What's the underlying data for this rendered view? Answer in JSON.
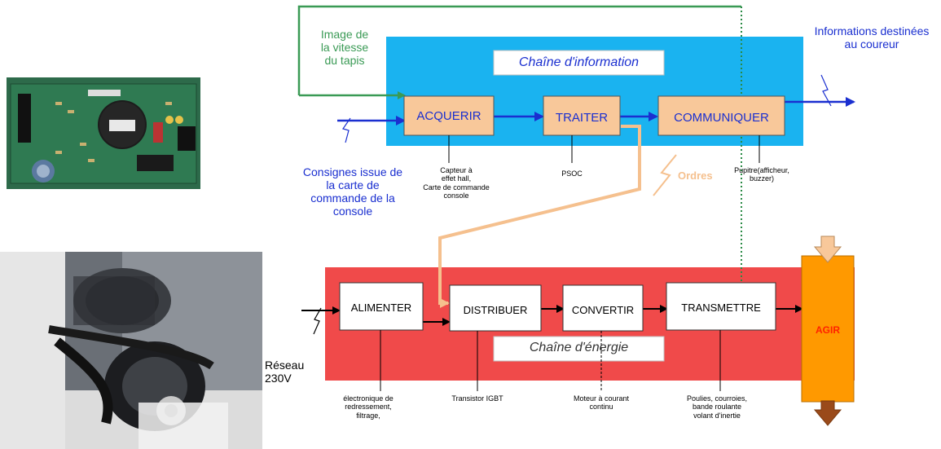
{
  "chains": {
    "information": {
      "title": "Chaîne d'information",
      "color": "#1ab3f0",
      "functions": [
        {
          "label": "ACQUERIR",
          "component": "Capteur à\neffet hall,\nCarte de commande\nconsole"
        },
        {
          "label": "TRAITER",
          "component": "PSOC"
        },
        {
          "label": "COMMUNIQUER",
          "component": "Pupitre(afficheur,\nbuzzer)"
        }
      ]
    },
    "energy": {
      "title": "Chaîne d'énergie",
      "color": "#f04a4a",
      "functions": [
        {
          "label": "ALIMENTER",
          "component": "électronique de\nredressement,\nfiltrage,"
        },
        {
          "label": "DISTRIBUER",
          "component": "Transistor IGBT"
        },
        {
          "label": "CONVERTIR",
          "component": "Moteur à courant\ncontinu"
        },
        {
          "label": "TRANSMETTRE",
          "component": "Poulies, courroies,\nbande roulante\nvolant d'inertie"
        }
      ],
      "action": "AGIR"
    }
  },
  "flows": {
    "speed_image": "Image de\nla vitesse\ndu tapis",
    "console_orders": "Consignes issue de\nla carte de\ncommande de la\nconsole",
    "runner_info": "Informations destinées\nau coureur",
    "orders": "Ordres",
    "mains": "Réseau\n230V"
  },
  "colors": {
    "box_info": "#f8c89a",
    "agir_fill": "#ff9900",
    "green_line": "#3a9a55",
    "blue_line": "#1a2fd0",
    "orders_line": "#f5c08e",
    "agir_text": "#ff2200"
  }
}
